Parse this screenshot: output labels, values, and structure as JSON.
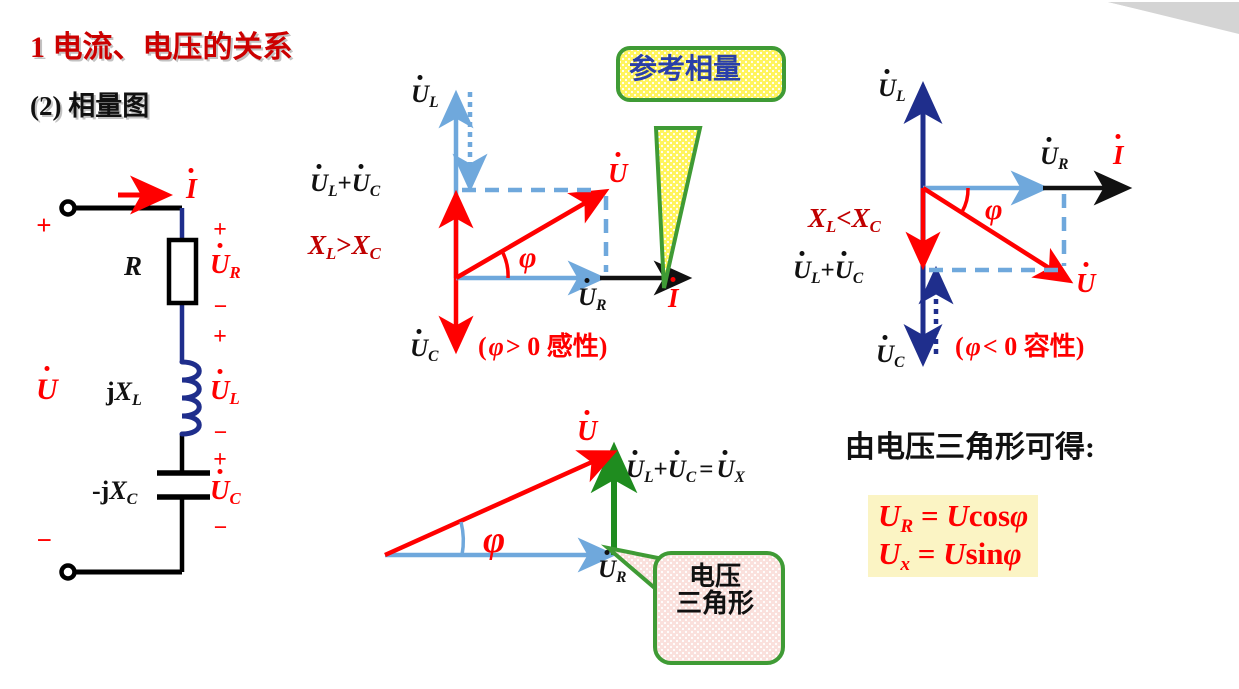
{
  "slide": {
    "title": "1  电流、电压的关系",
    "subtitle": "(2) 相量图",
    "corner_accent_color": "#D4D4D4"
  },
  "circuit": {
    "name": "series-rlc-circuit",
    "current_label": "I",
    "source_label": "U",
    "plus_top": "+",
    "minus_bottom": "−",
    "elements": [
      {
        "symbol": "R",
        "voltage": "U",
        "voltage_sub": "R",
        "plus": "+",
        "minus": "−"
      },
      {
        "symbol": "jX",
        "symbol_sub": "L",
        "voltage": "U",
        "voltage_sub": "L",
        "plus": "+",
        "minus": "−"
      },
      {
        "symbol": "-jX",
        "symbol_sub": "C",
        "voltage": "U",
        "voltage_sub": "C",
        "plus": "+",
        "minus": "−"
      }
    ],
    "wire_color_black": "#000000",
    "wire_color_navy": "#1F2E8C",
    "label_color_red": "#FF0000"
  },
  "diagram_inductive": {
    "name": "phasor-diagram-inductive",
    "condition": "X",
    "condition_sub1": "L",
    "condition_op": ">",
    "condition_x2": "X",
    "condition_sub2": "C",
    "labels": {
      "ul": "U",
      "ul_sub": "L",
      "ulc": "U",
      "ulc_sub1": "L",
      "ulc_plus": "+",
      "ulc_u2": "U",
      "ulc_sub2": "C",
      "uc": "U",
      "uc_sub": "C",
      "ur": "U",
      "ur_sub": "R",
      "u": "U",
      "i": "I",
      "phi": "φ"
    },
    "note": "( φ > 0 感性)",
    "note_phi": "φ",
    "note_pre": "(",
    "note_op": "> 0",
    "note_cn": "感性)"
  },
  "diagram_capacitive": {
    "name": "phasor-diagram-capacitive",
    "condition": "X",
    "condition_sub1": "L",
    "condition_op": "<",
    "condition_x2": "X",
    "condition_sub2": "C",
    "labels": {
      "ul": "U",
      "ul_sub": "L",
      "ulc": "U",
      "ulc_sub1": "L",
      "ulc_plus": "+",
      "ulc_u2": "U",
      "ulc_sub2": "C",
      "uc": "U",
      "uc_sub": "C",
      "ur": "U",
      "ur_sub": "R",
      "u": "U",
      "i": "I",
      "phi": "φ"
    },
    "note_pre": "(",
    "note_phi": "φ",
    "note_op": "< 0",
    "note_cn": "容性)"
  },
  "diagram_triangle": {
    "name": "voltage-triangle-diagram",
    "labels": {
      "u": "U",
      "ur": "U",
      "ur_sub": "R",
      "sum_u1": "U",
      "sum_sub1": "L",
      "sum_plus": "+",
      "sum_u2": "U",
      "sum_sub2": "C",
      "sum_eq": "=",
      "sum_ux": "U",
      "sum_ux_sub": "X",
      "phi": "φ"
    }
  },
  "callout_reference": {
    "name": "reference-phasor-callout",
    "text": "参考相量",
    "fill": "#FFF45C",
    "border": "#3F9B35",
    "text_color": "#2A3FA8"
  },
  "callout_triangle": {
    "name": "voltage-triangle-callout",
    "line1": "电压",
    "line2": "三角形",
    "fill": "#FAE0DC",
    "border": "#3F9B35",
    "text_color": "#111111"
  },
  "conclusion": {
    "name": "conclusion-block",
    "heading": "由电压三角形可得:",
    "formula1_lhs": "U",
    "formula1_sub": "R",
    "formula1_eq": "=",
    "formula1_rhs": "U",
    "formula1_fn": "cos",
    "formula1_phi": "φ",
    "formula2_lhs": "U",
    "formula2_sub": "x",
    "formula2_eq": "=",
    "formula2_rhs": "U",
    "formula2_fn": "sin",
    "formula2_phi": "φ",
    "box_fill": "#FBF4C4",
    "text_color": "#FF0000"
  },
  "colors": {
    "red": "#FF0000",
    "dark_red": "#C00000",
    "navy": "#1F2E8C",
    "light_blue": "#6FA8DC",
    "green": "#2E9B2E",
    "black": "#111111"
  }
}
